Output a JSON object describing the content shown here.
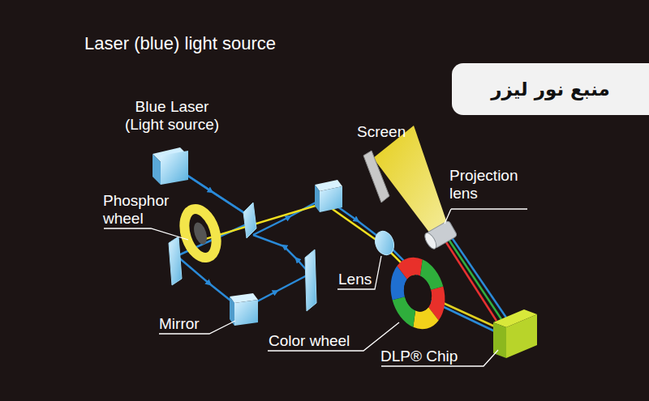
{
  "diagram": {
    "title": "Laser (blue) light source",
    "nodes": [
      {
        "text": [
          "منبع نور لیزر"
        ]
      }
    ],
    "labels": [
      "Blue Laser (Light source)",
      "Phosphor wheel",
      "Mirror",
      "Color wheel",
      "Lens",
      "DLP® Chip",
      "Screen",
      "Projection lens"
    ]
  }
}
